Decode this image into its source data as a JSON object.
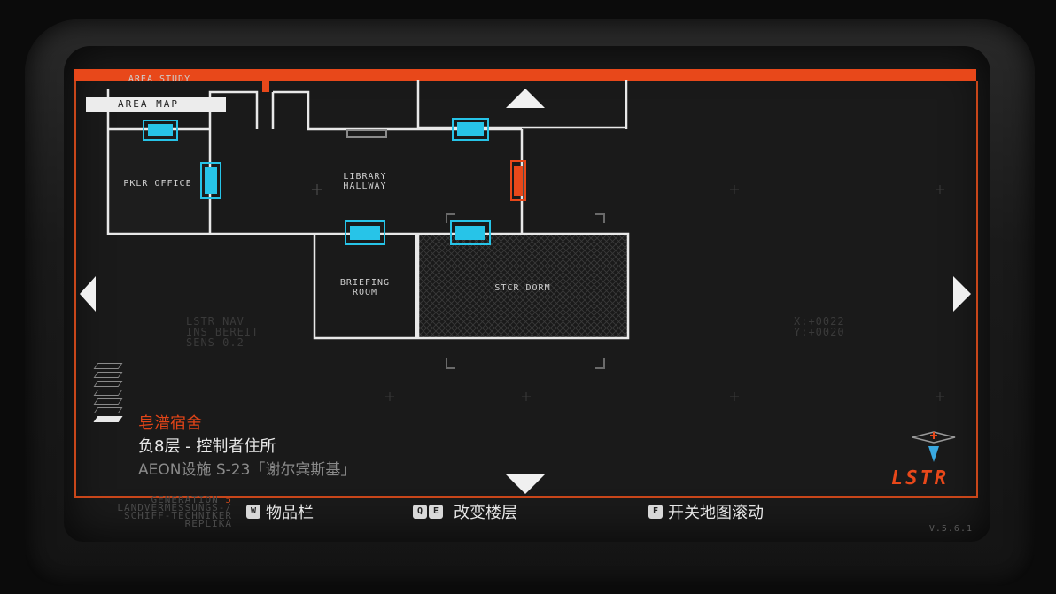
{
  "map": {
    "area_label": "AREA MAP",
    "top_cut_label": "AREA STUDY",
    "rooms": {
      "office": "PKLR OFFICE",
      "library_1": "LIBRARY",
      "library_2": "HALLWAY",
      "briefing_1": "BRIEFING",
      "briefing_2": "ROOM",
      "dorm": "STCR DORM"
    }
  },
  "hud": {
    "nav_block": "LSTR NAV\nINS BEREIT\nSENS 0.2",
    "coords": "X:+0022\nY:+0020"
  },
  "location": {
    "zone": "皂潽宿舍",
    "floor": "负8层 - 控制者住所",
    "facility": "AEON设施 S-23「谢尔宾斯基」"
  },
  "floors": {
    "count": 7,
    "active_index": 6
  },
  "controls": {
    "inventory_key": "W",
    "inventory_label": "物品栏",
    "floor_keys": [
      "Q",
      "E"
    ],
    "floor_label": "改变楼层",
    "scroll_key": "F",
    "scroll_label": "开关地图滚动"
  },
  "footer": {
    "generation_label": "GENERATION",
    "generation_num": "5",
    "line2": "LANDVERMESSUNGS-/",
    "line3": "SCHIFF-TECHNIKER",
    "line4": "REPLIKA",
    "version": "V.5.6.1",
    "logo": "LSTR"
  },
  "colors": {
    "accent": "#e8481a",
    "door": "#27c4e8",
    "wall": "#e8e8e8",
    "locked_door": "#e8481a"
  }
}
